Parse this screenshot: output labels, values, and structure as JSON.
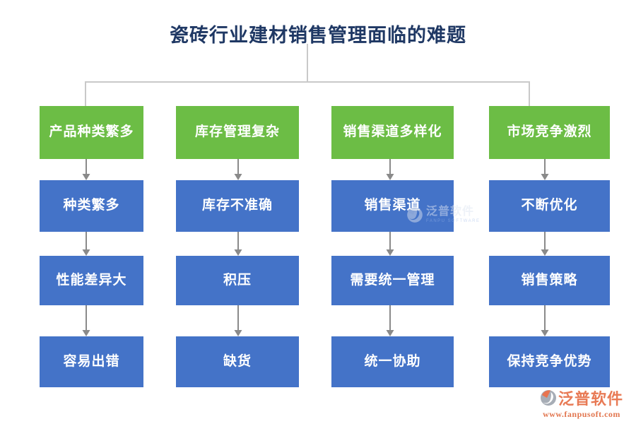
{
  "title": "瓷砖行业建材销售管理面临的难题",
  "columns": [
    {
      "header": "产品种类繁多",
      "items": [
        "种类繁多",
        "性能差异大",
        "容易出错"
      ]
    },
    {
      "header": "库存管理复杂",
      "items": [
        "库存不准确",
        "积压",
        "缺货"
      ]
    },
    {
      "header": "销售渠道多样化",
      "items": [
        "销售渠道",
        "需要统一管理",
        "统一协助"
      ]
    },
    {
      "header": "市场竞争激烈",
      "items": [
        "不断优化",
        "销售策略",
        "保持竞争优势"
      ]
    }
  ],
  "watermark": {
    "text": "泛普软件",
    "subtext": "FANPU SOFTWARE"
  },
  "logo": {
    "name": "泛普软件",
    "url": "www.fanpusoft.com"
  },
  "colors": {
    "header_green": "#6cbd45",
    "item_blue": "#4473c8",
    "title_navy": "#1f3864",
    "connector_gray": "#c9c9c9",
    "arrow_gray": "#8a8a8a",
    "logo_orange": "#e87a55"
  }
}
